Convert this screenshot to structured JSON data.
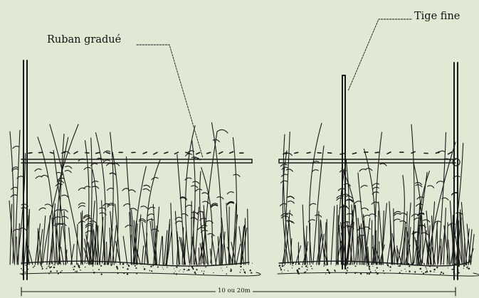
{
  "labels": {
    "graduated_tape": "Ruban gradué",
    "thin_rod": "Tige fine",
    "distance": "10 ou 20m"
  },
  "colors": {
    "background": "#dfe9d3",
    "ink": "#1a1a1a"
  }
}
